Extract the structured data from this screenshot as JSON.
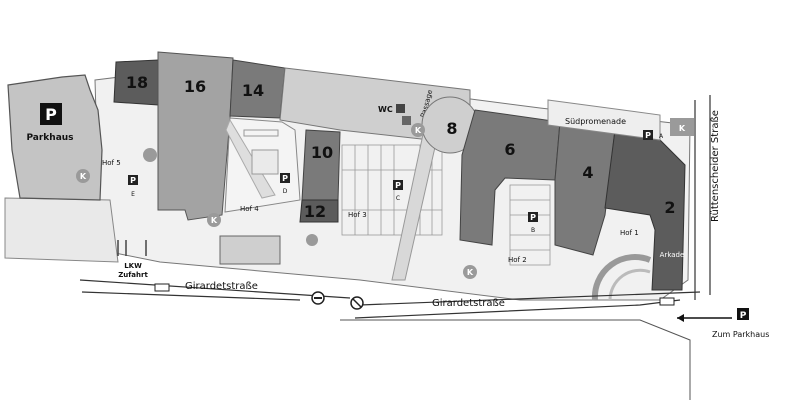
{
  "buildings": {
    "b18": "18",
    "b16": "16",
    "b14": "14",
    "b10": "10",
    "b12": "12",
    "b8": "8",
    "b6": "6",
    "b4": "4",
    "b2": "2"
  },
  "labels": {
    "parkhaus": "Parkhaus",
    "wc": "WC",
    "passage": "Passage",
    "suedpromenade": "Südpromenade",
    "hof1": "Hof 1",
    "hof2": "Hof 2",
    "hof3": "Hof 3",
    "hof4": "Hof 4",
    "hof5": "Hof 5",
    "arkade": "Arkade",
    "lkw": "LKW",
    "zufahrt": "Zufahrt",
    "zum_parkhaus": "Zum Parkhaus"
  },
  "streets": {
    "girardet_west": "Girardetstraße",
    "girardet_east": "Girardetstraße",
    "ruettenscheider": "Rüttenscheider Straße"
  },
  "parking": {
    "main_sign": "P",
    "p_sign": "P",
    "lot_a": "A",
    "lot_b": "B",
    "lot_c": "C",
    "lot_d": "D",
    "lot_e": "E",
    "kiosk": "K"
  },
  "colors": {
    "parkhaus": "#c4c4c4",
    "dark_building": "#5c5c5c",
    "mid_building": "#a3a3a3",
    "light_building": "#cfcfcf",
    "courtyard": "#f1f1f1",
    "outline": "#555555"
  },
  "icons": [
    "parking-sign-icon",
    "kiosk-icon",
    "no-entry-sign-icon",
    "traffic-barrier-icon",
    "toilet-icon",
    "parking-meter-icon"
  ]
}
